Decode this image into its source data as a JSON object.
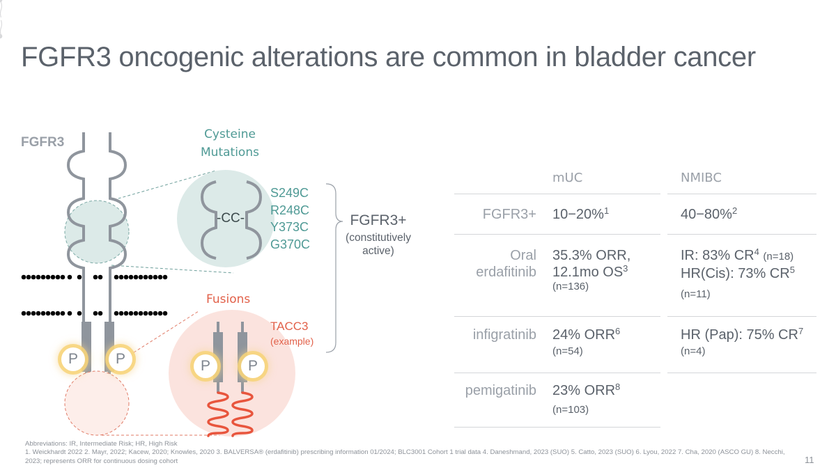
{
  "slide": {
    "title": "FGFR3 oncogenic alterations are common in bladder cancer",
    "page_number": "11"
  },
  "diagram": {
    "receptor_label": "FGFR3",
    "cysteine": {
      "title_line1": "Cysteine",
      "title_line2": "Mutations",
      "bond_label": "-CC-",
      "mutations": [
        "S249C",
        "R248C",
        "Y373C",
        "G370C"
      ]
    },
    "fusions": {
      "title": "Fusions",
      "partner": "TACC3",
      "partner_note": "(example)"
    },
    "phospho_label": "P",
    "result": {
      "label": "FGFR3+",
      "note_line1": "(constitutively",
      "note_line2": "active)"
    },
    "colors": {
      "receptor_gray": "#8f959d",
      "teal": "#4f9a95",
      "teal_fill": "#dceae8",
      "fusion_red": "#e2614a",
      "fusion_fill": "#fbe3de",
      "phospho_glow": "#f5cf74"
    }
  },
  "table": {
    "columns": [
      "mUC",
      "NMIBC"
    ],
    "rows": [
      {
        "label_line1": "FGFR3+",
        "label_line2": "",
        "muc": {
          "main": "10−20%",
          "sup": "1",
          "line2": "",
          "n": ""
        },
        "nmibc": {
          "main": "40−80%",
          "sup": "2",
          "line2": "",
          "n": ""
        }
      },
      {
        "label_line1": "Oral",
        "label_line2": "erdafitinib",
        "muc": {
          "main": "35.3% ORR,",
          "line2": "12.1mo OS",
          "sup": "3",
          "n": "(n=136)"
        },
        "nmibc": {
          "main": "IR: 83% CR",
          "sup": "4",
          "inline_n": "(n=18)",
          "line2": "HR(Cis): 73% CR",
          "sup2": "5",
          "n": "(n=11)"
        }
      },
      {
        "label_line1": "infigratinib",
        "label_line2": "",
        "muc": {
          "main": "24% ORR",
          "sup": "6",
          "n": "(n=54)"
        },
        "nmibc": {
          "main": "HR (Pap): 75% CR",
          "sup": "7",
          "n": "(n=4)"
        }
      },
      {
        "label_line1": "pemigatinib",
        "label_line2": "",
        "muc": {
          "main": "23% ORR",
          "sup": "8",
          "n": "(n=103)"
        },
        "nmibc": {
          "main": "",
          "sup": "",
          "n": ""
        }
      }
    ]
  },
  "footer": {
    "abbreviations": "Abbreviations: IR, Intermediate Risk; HR, High Risk",
    "references": "1. Weickhardt 2022 2. Mayr, 2022; Kacew, 2020; Knowles, 2020 3. BALVERSA® (erdafitinib) prescribing information 01/2024; BLC3001 Cohort 1 trial data 4. Daneshmand, 2023 (SUO) 5. Catto, 2023 (SUO) 6. Lyou, 2022 7. Cha, 2020 (ASCO GU) 8. Necchi, 2023; represents ORR for continuous dosing cohort"
  }
}
